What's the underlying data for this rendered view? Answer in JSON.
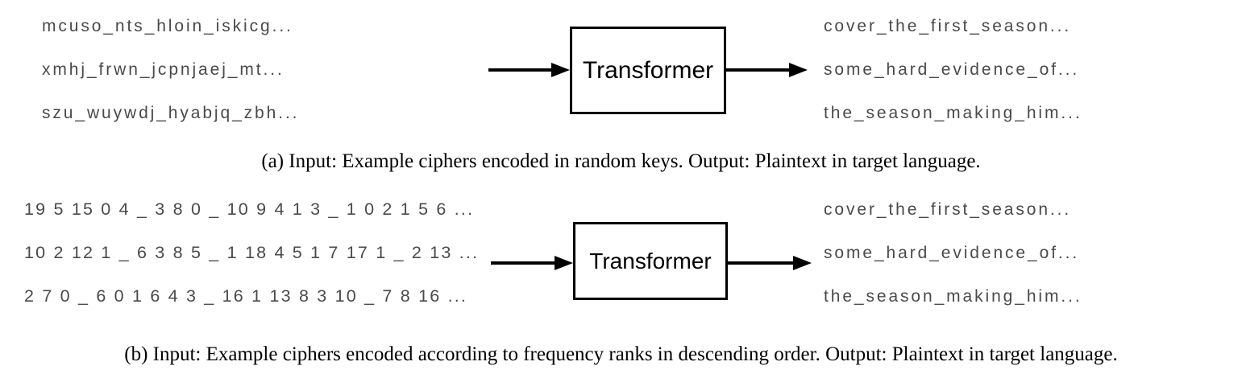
{
  "figure": {
    "panels": [
      {
        "id": "a",
        "caption": "(a) Input: Example ciphers encoded in random keys. Output: Plaintext in target language.",
        "input_lines": [
          "mcuso_nts_hloin_iskicg...",
          "xmhj_frwn_jcpnjaej_mt...",
          "szu_wuywdj_hyabjq_zbh..."
        ],
        "output_lines": [
          "cover_the_first_season...",
          "some_hard_evidence_of...",
          "the_season_making_him..."
        ],
        "model_label": "Transformer"
      },
      {
        "id": "b",
        "caption": "(b) Input: Example ciphers encoded according to frequency ranks in descending order. Output: Plaintext in target language.",
        "input_lines": [
          "19 5 15 0 4 _ 3 8 0 _ 10 9 4 1 3 _ 1 0 2 1 5 6 ...",
          "10 2 12 1 _ 6 3 8 5 _ 1 18 4 5 1 7 17 1 _ 2 13 ...",
          "2 7 0 _ 6 0 1 6 4 3 _ 16 1 13 8 3 10 _ 7 8 16 ..."
        ],
        "output_lines": [
          "cover_the_first_season...",
          "some_hard_evidence_of...",
          "the_season_making_him..."
        ],
        "model_label": "Transformer"
      }
    ],
    "colors": {
      "sequence_text": "#4a4a4a",
      "diagram_stroke": "#000000",
      "caption_text": "#000000",
      "background": "#ffffff"
    }
  }
}
